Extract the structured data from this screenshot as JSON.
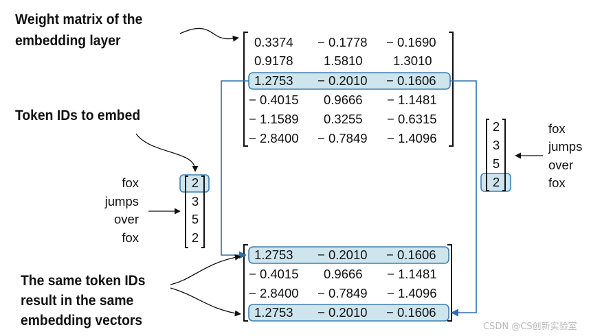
{
  "labels": {
    "weight_matrix_line1": "Weight matrix of the",
    "weight_matrix_line2": "embedding layer",
    "token_ids": "Token IDs to embed",
    "same_ids_line1": "The same token IDs",
    "same_ids_line2": "result in the same",
    "same_ids_line3": "embedding vectors"
  },
  "weight_matrix": [
    [
      "0.3374",
      "− 0.1778",
      "− 0.1690"
    ],
    [
      "0.9178",
      "1.5810",
      "1.3010"
    ],
    [
      "1.2753",
      "− 0.2010",
      "− 0.1606"
    ],
    [
      "− 0.4015",
      "0.9666",
      "− 1.1481"
    ],
    [
      "− 1.1589",
      "0.3255",
      "− 0.6315"
    ],
    [
      "− 2.8400",
      "− 0.7849",
      "− 1.4096"
    ]
  ],
  "output_matrix": [
    [
      "1.2753",
      "− 0.2010",
      "− 0.1606"
    ],
    [
      "− 0.4015",
      "0.9666",
      "− 1.1481"
    ],
    [
      "− 2.8400",
      "− 0.7849",
      "− 1.4096"
    ],
    [
      "1.2753",
      "− 0.2010",
      "− 0.1606"
    ]
  ],
  "tokens": [
    "fox",
    "jumps",
    "over",
    "fox"
  ],
  "token_ids": [
    "2",
    "3",
    "5",
    "2"
  ],
  "watermark": "CSDN @CS创新实验室",
  "colors": {
    "highlight_fill": "#cfe5ee",
    "highlight_stroke": "#3d7fb0",
    "connector": "#2f6fa8",
    "text": "#111111"
  }
}
